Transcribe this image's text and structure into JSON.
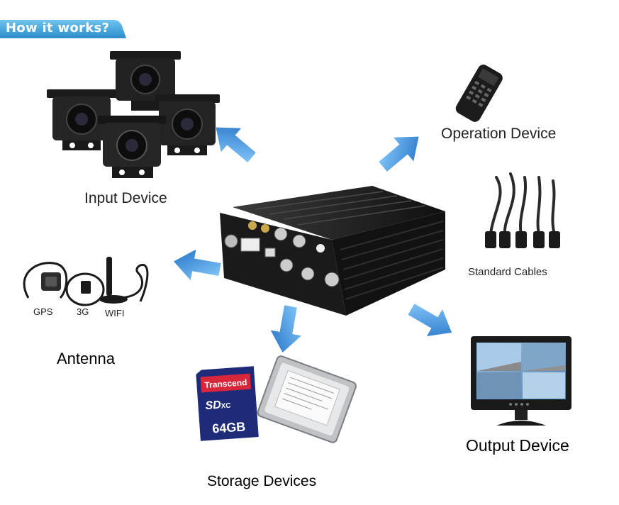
{
  "banner": {
    "title": "How it works?"
  },
  "nodes": {
    "input": "Input Device",
    "operation": "Operation Device",
    "cables": "Standard Cables",
    "antenna": "Antenna",
    "storage": "Storage Devices",
    "output": "Output Device"
  },
  "antenna_parts": {
    "gps": "GPS",
    "g3": "3G",
    "wifi": "WIFI"
  },
  "storage_items": {
    "sd_brand": "Transcend",
    "sd_type": "SD",
    "sd_class": "XC",
    "sd_capacity": "64GB"
  },
  "colors": {
    "banner": "#3d9fd6",
    "arrow": "#2f86d6",
    "device": "#1e1e1e"
  }
}
